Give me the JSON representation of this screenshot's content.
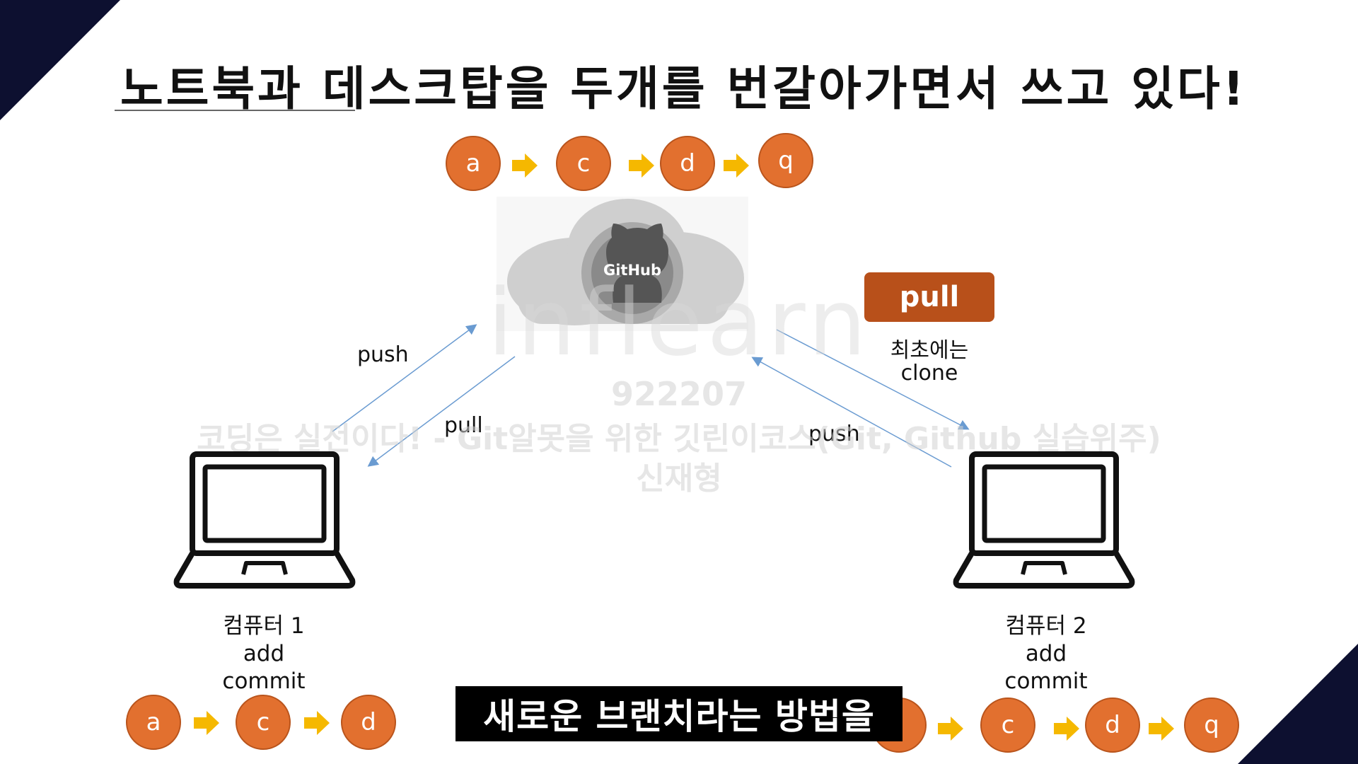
{
  "title": "노트북과 데스크탑을 두개를 번갈아가면서 쓰고 있다!",
  "top_chain": [
    "a",
    "c",
    "d",
    "q"
  ],
  "github": {
    "label": "GitHub"
  },
  "pull_badge": "pull",
  "pull_badge_note": [
    "최초에는",
    "clone"
  ],
  "edges": {
    "left_push": "push",
    "left_pull": "pull",
    "right_push": "push"
  },
  "computer1": {
    "name": "컴퓨터 1",
    "line2": "add",
    "line3": "commit"
  },
  "computer2": {
    "name": "컴퓨터 2",
    "line2": "add",
    "line3": "commit"
  },
  "left_chain": [
    "a",
    "c",
    "d"
  ],
  "right_chain": [
    "c",
    "d",
    "q"
  ],
  "watermark": {
    "brand": "inflearn",
    "id": "922207",
    "course": "코딩은 실전이다! - Git알못을 위한 깃린이코스(Git, Github 실습위주)",
    "author": "신재형"
  },
  "subtitle": "새로운 브랜치라는 방법을",
  "colors": {
    "node": "#e2702f",
    "arrow": "#f5b800",
    "badge": "#b8501a",
    "corner": "#0d1030",
    "connector": "#6a9bd1"
  }
}
